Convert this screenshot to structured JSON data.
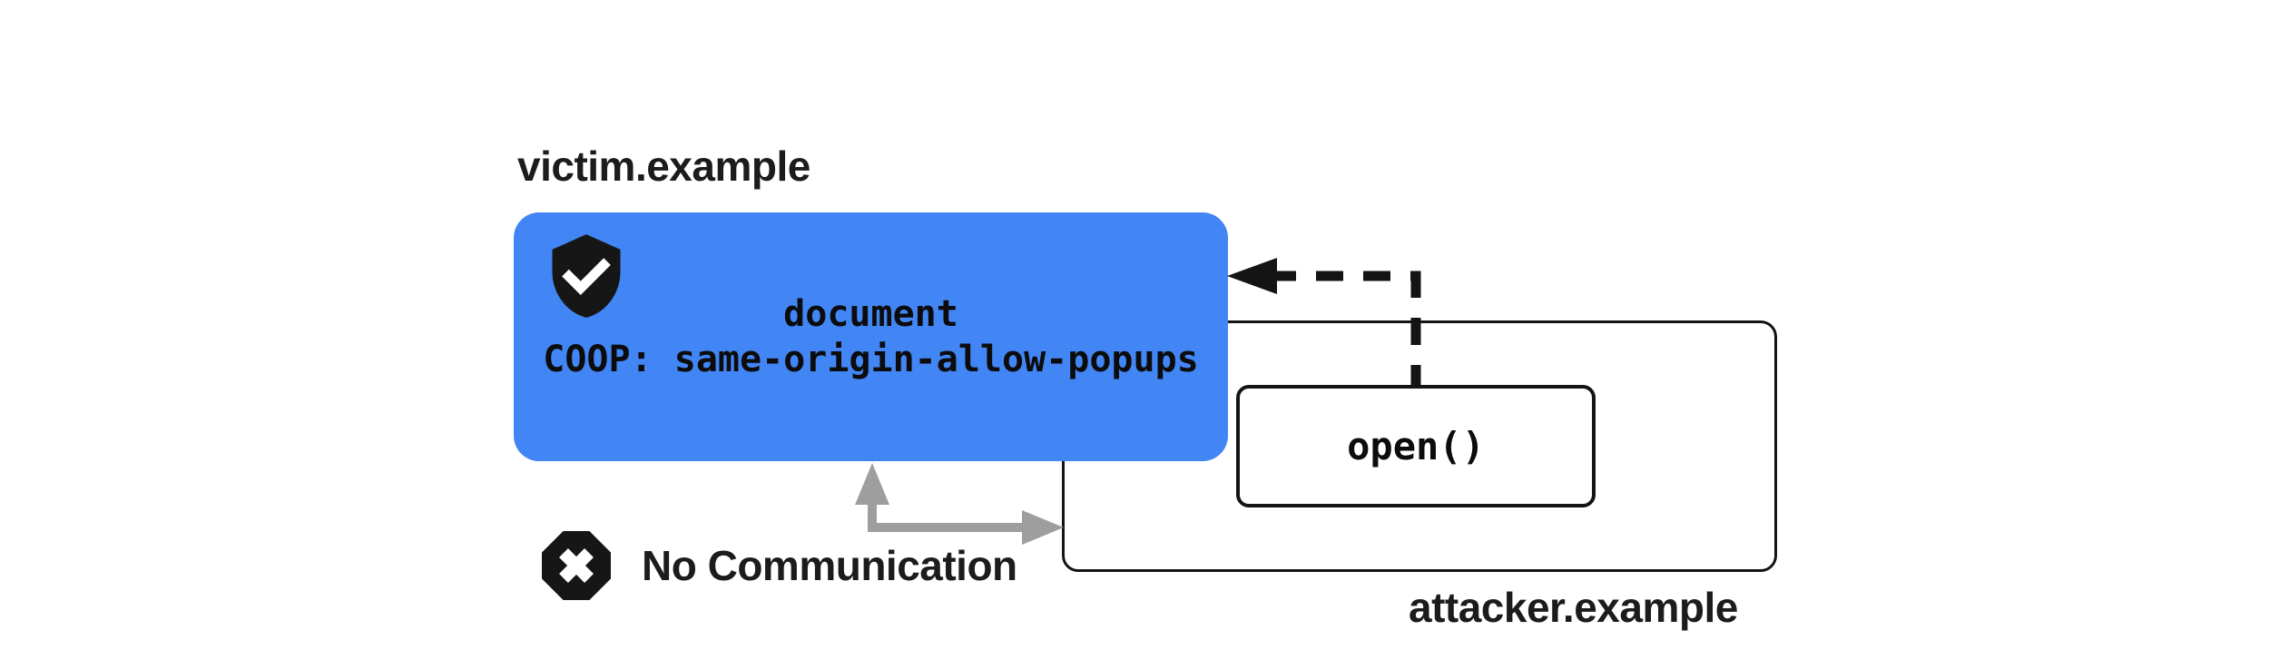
{
  "canvas": {
    "background": "#ffffff"
  },
  "victim": {
    "label": "victim.example",
    "card": {
      "line1": "document",
      "line2": "COOP: same-origin-allow-popups",
      "fill": "#4285f4",
      "icon": "shield-check"
    }
  },
  "attacker": {
    "label": "attacker.example",
    "open_call": "open()"
  },
  "status": {
    "label": "No Communication",
    "icon": "octagon-x"
  },
  "colors": {
    "victim_card_fill": "#4285f4",
    "outline": "#141414",
    "label_text": "#1c1c1e",
    "blocked_arrow_gray": "#9e9e9e",
    "popup_open_arrow": "#141414"
  }
}
